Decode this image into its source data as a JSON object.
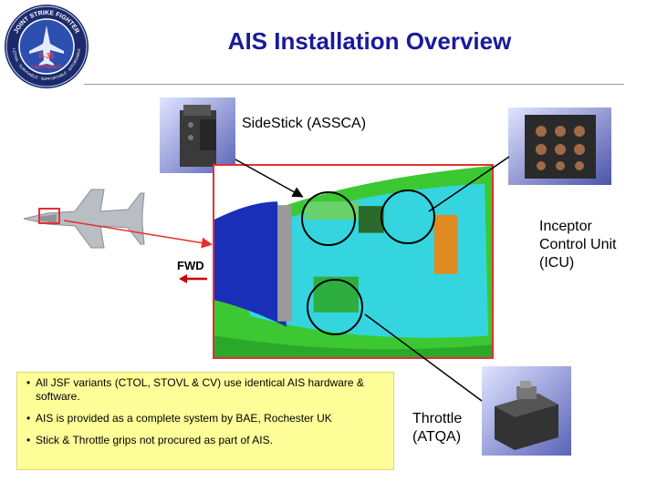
{
  "slide": {
    "title": "AIS Installation Overview",
    "logo": {
      "ring_top_text": "JOINT STRIKE FIGHTER",
      "ring_bottom_text": "LETHAL · SURVIVABLE · SUPPORTABLE · AFFORDABLE",
      "center_text": "F-35",
      "sub_text": "LIGHTNING II"
    },
    "labels": {
      "sidestick": "SideStick (ASSCA)",
      "icu_line1": "Inceptor",
      "icu_line2": "Control Unit",
      "icu_line3": "(ICU)",
      "throttle_line1": "Throttle",
      "throttle_line2": "(ATQA)",
      "fwd": "FWD"
    },
    "bullets": [
      "All JSF variants (CTOL, STOVL & CV) use identical AIS hardware & software.",
      "AIS is provided as a complete system by BAE, Rochester UK",
      "Stick & Throttle grips not procured as part of AIS."
    ],
    "colors": {
      "title": "#1a1a99",
      "highlight_box": "#e53030",
      "bullet_box": "#ffff99",
      "fwd_arrow": "#cc0000"
    }
  }
}
